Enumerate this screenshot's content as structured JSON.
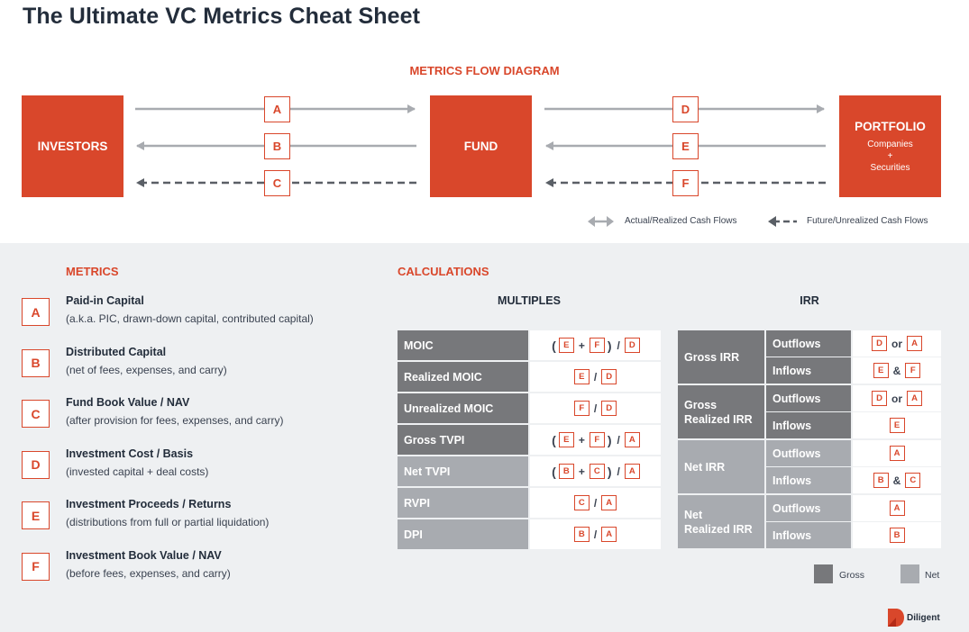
{
  "title": "The Ultimate VC Metrics Cheat Sheet",
  "flow": {
    "title": "METRICS FLOW DIAGRAM",
    "investors": "INVESTORS",
    "fund": "FUND",
    "portfolio": "PORTFOLIO",
    "portfolio_sub1": "Companies",
    "portfolio_sub2": "+",
    "portfolio_sub3": "Securities",
    "badges": [
      "A",
      "B",
      "C",
      "D",
      "E",
      "F"
    ],
    "legend_actual": "Actual/Realized Cash Flows",
    "legend_future": "Future/Unrealized Cash Flows"
  },
  "metrics": {
    "title": "METRICS",
    "items": [
      {
        "letter": "A",
        "name": "Paid-in Capital",
        "desc": "(a.k.a. PIC, drawn-down capital, contributed capital)"
      },
      {
        "letter": "B",
        "name": "Distributed Capital",
        "desc": "(net of fees, expenses, and carry)"
      },
      {
        "letter": "C",
        "name": "Fund Book Value / NAV",
        "desc": "(after provision for fees, expenses, and carry)"
      },
      {
        "letter": "D",
        "name": "Investment Cost / Basis",
        "desc": "(invested capital + deal costs)"
      },
      {
        "letter": "E",
        "name": "Investment Proceeds / Returns",
        "desc": "(distributions from full or partial liquidation)"
      },
      {
        "letter": "F",
        "name": "Investment Book Value / NAV",
        "desc": "(before fees, expenses, and carry)"
      }
    ]
  },
  "calculations": {
    "title": "CALCULATIONS",
    "multiples_head": "MULTIPLES",
    "irr_head": "IRR",
    "multiples": [
      {
        "label": "MOIC",
        "type": "gross",
        "terms": [
          "E",
          "F"
        ],
        "join": "+",
        "div": "D"
      },
      {
        "label": "Realized MOIC",
        "type": "gross",
        "terms": [
          "E"
        ],
        "div": "D"
      },
      {
        "label": "Unrealized MOIC",
        "type": "gross",
        "terms": [
          "F"
        ],
        "div": "D"
      },
      {
        "label": "Gross TVPI",
        "type": "gross",
        "terms": [
          "E",
          "F"
        ],
        "join": "+",
        "div": "A"
      },
      {
        "label": "Net TVPI",
        "type": "net",
        "terms": [
          "B",
          "C"
        ],
        "join": "+",
        "div": "A"
      },
      {
        "label": "RVPI",
        "type": "net",
        "terms": [
          "C"
        ],
        "div": "A"
      },
      {
        "label": "DPI",
        "type": "net",
        "terms": [
          "B"
        ],
        "div": "A"
      }
    ],
    "irr": [
      {
        "label1": "Gross IRR",
        "label2": "",
        "type": "gross",
        "out": {
          "label": "Outflows",
          "a": "D",
          "op": "or",
          "b": "A"
        },
        "in": {
          "label": "Inflows",
          "a": "E",
          "op": "&",
          "b": "F"
        }
      },
      {
        "label1": "Gross",
        "label2": "Realized IRR",
        "type": "gross",
        "out": {
          "label": "Outflows",
          "a": "D",
          "op": "or",
          "b": "A"
        },
        "in": {
          "label": "Inflows",
          "a": "E",
          "op": "",
          "b": ""
        }
      },
      {
        "label1": "Net IRR",
        "label2": "",
        "type": "net",
        "out": {
          "label": "Outflows",
          "a": "A",
          "op": "",
          "b": ""
        },
        "in": {
          "label": "Inflows",
          "a": "B",
          "op": "&",
          "b": "C"
        }
      },
      {
        "label1": "Net",
        "label2": "Realized IRR",
        "type": "net",
        "out": {
          "label": "Outflows",
          "a": "A",
          "op": "",
          "b": ""
        },
        "in": {
          "label": "Inflows",
          "a": "B",
          "op": "",
          "b": ""
        }
      }
    ],
    "legend_gross": "Gross",
    "legend_net": "Net"
  },
  "colors": {
    "accent": "#d9472b",
    "gross": "#77787b",
    "net": "#a8abb0"
  },
  "brand": "Diligent"
}
